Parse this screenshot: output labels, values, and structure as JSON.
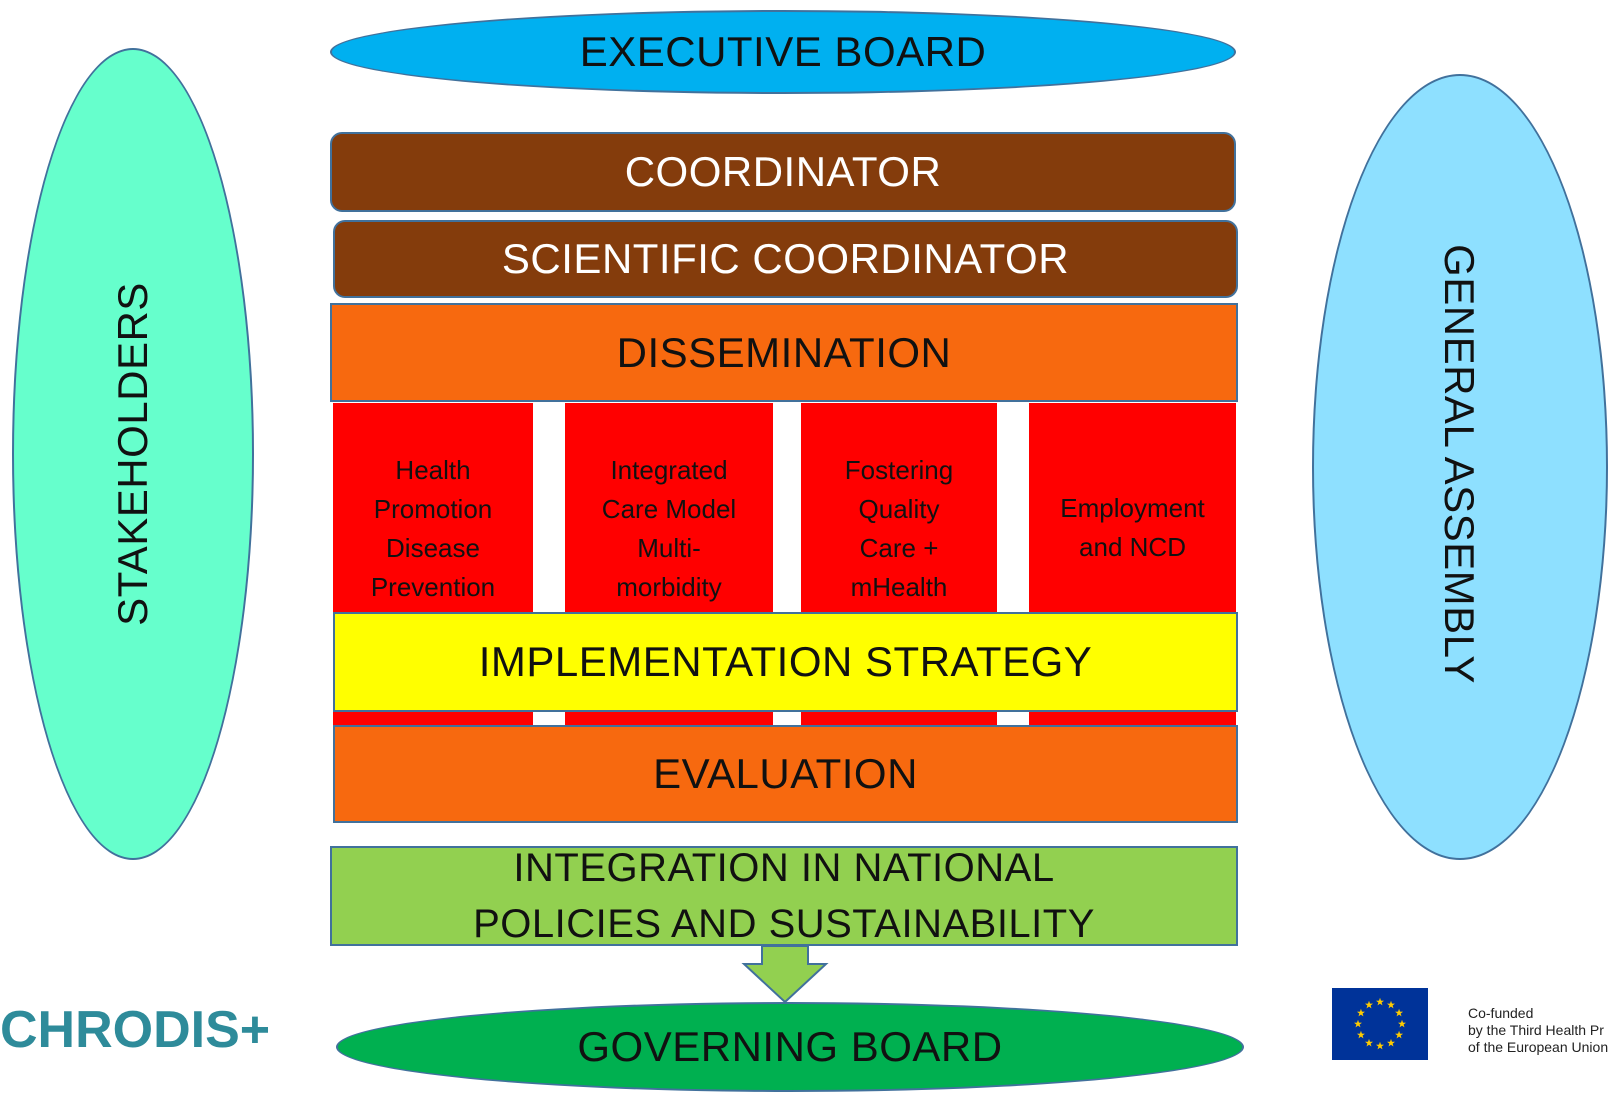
{
  "executive_board": "EXECUTIVE BOARD",
  "coordinator": "COORDINATOR",
  "scientific_coordinator": "SCIENTIFIC COORDINATOR",
  "dissemination": "DISSEMINATION",
  "work_packages": [
    "Health\nPromotion\nDisease\nPrevention",
    "Integrated\nCare Model\nMulti-\nmorbidity",
    "Fostering\nQuality\nCare +\nmHealth",
    "Employment\nand NCD"
  ],
  "implementation_strategy": "IMPLEMENTATION STRATEGY",
  "evaluation": "EVALUATION",
  "integration": "INTEGRATION IN NATIONAL\nPOLICIES AND SUSTAINABILITY",
  "governing_board": "GOVERNING BOARD",
  "stakeholders": "STAKEHOLDERS",
  "general_assembly": "GENERAL ASSEMBLY",
  "logo": "CHRODIS+",
  "cofunded": {
    "line1": "Co-funded",
    "line2": "by the Third Health Pr",
    "line3": "of the European Union"
  },
  "colors": {
    "executive_board": "#00b0f0",
    "coordinator": "#843c0c",
    "dissemination": "#f7690f",
    "work_package": "#ff0000",
    "implementation": "#ffff00",
    "integration": "#92d050",
    "governing_board": "#00b050",
    "stakeholders": "#66ffcc",
    "general_assembly": "#8ee0ff",
    "logo": "#2e8b9a"
  }
}
